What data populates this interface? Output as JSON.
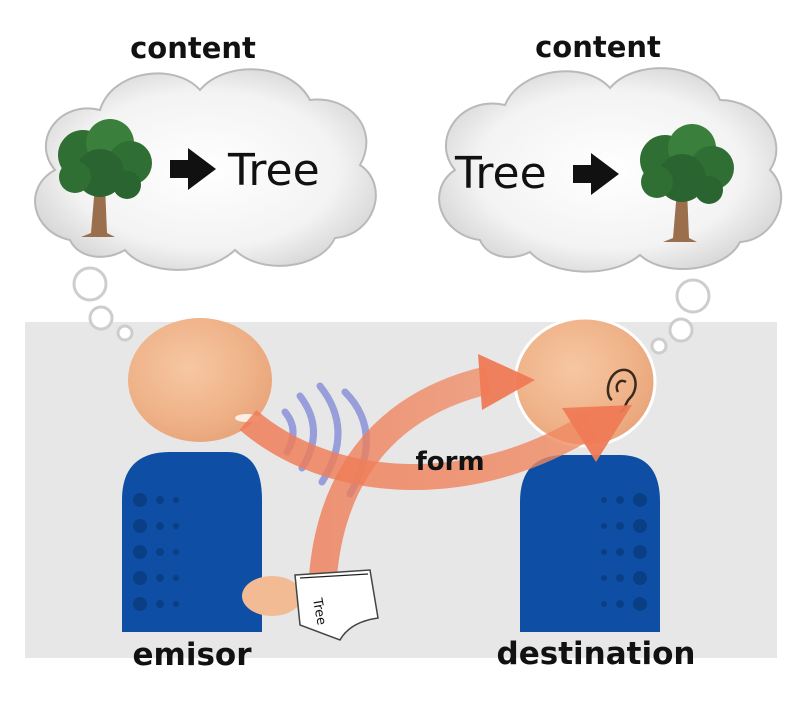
{
  "diagram": {
    "content_left": "content",
    "content_right": "content",
    "word_left": "Tree",
    "word_right": "Tree",
    "form_label": "form",
    "emisor_label": "emisor",
    "destination_label": "destination",
    "paper_text": "Tree"
  },
  "colors": {
    "panel": "#e7e7e7",
    "head": "#f2bb93",
    "body": "#0e4fa5",
    "arrow": "#ef7a55",
    "sound_waves": "#7e86d6",
    "tree_foliage": "#2f6f33",
    "tree_trunk": "#9b6f4b"
  }
}
